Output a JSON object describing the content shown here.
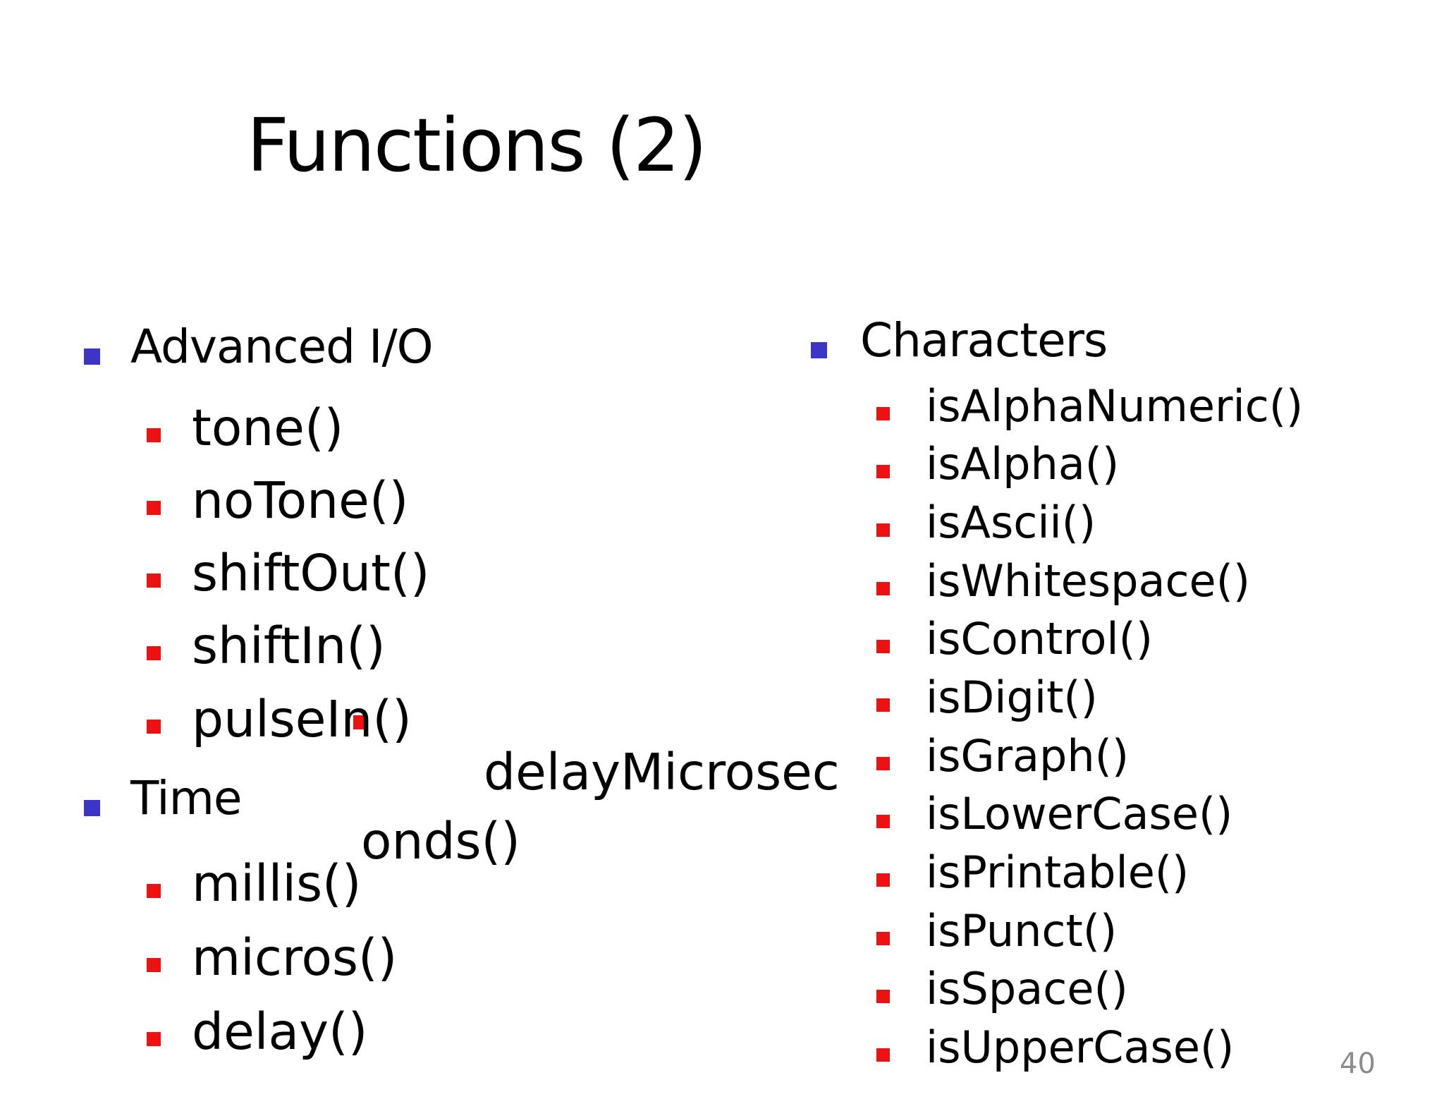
{
  "slide": {
    "title": "Functions (2)",
    "page_number": "40"
  },
  "colors": {
    "background": "#ffffff",
    "text": "#000000",
    "level1_bullet": "#3c35c8",
    "level2_bullet": "#ee1111",
    "page_number": "#8c8c8c"
  },
  "sections": {
    "advanced_io": {
      "heading": "Advanced I/O",
      "items": [
        "tone()",
        "noTone()",
        "shiftOut()",
        "shiftIn()",
        "pulseIn()"
      ]
    },
    "time": {
      "heading": "Time",
      "items": [
        "millis()",
        "micros()",
        "delay()"
      ]
    },
    "characters": {
      "heading": "Characters",
      "items": [
        "isAlphaNumeric()",
        "isAlpha()",
        "isAscii()",
        "isWhitespace()",
        "isControl()",
        "isDigit()",
        "isGraph()",
        "isLowerCase()",
        "isPrintable()",
        "isPunct()",
        "isSpace()",
        "isUpperCase()"
      ]
    },
    "overflow": {
      "full_label": "delayMicroseconds()",
      "line1": "delayMicrosec",
      "line2": "onds()"
    }
  }
}
